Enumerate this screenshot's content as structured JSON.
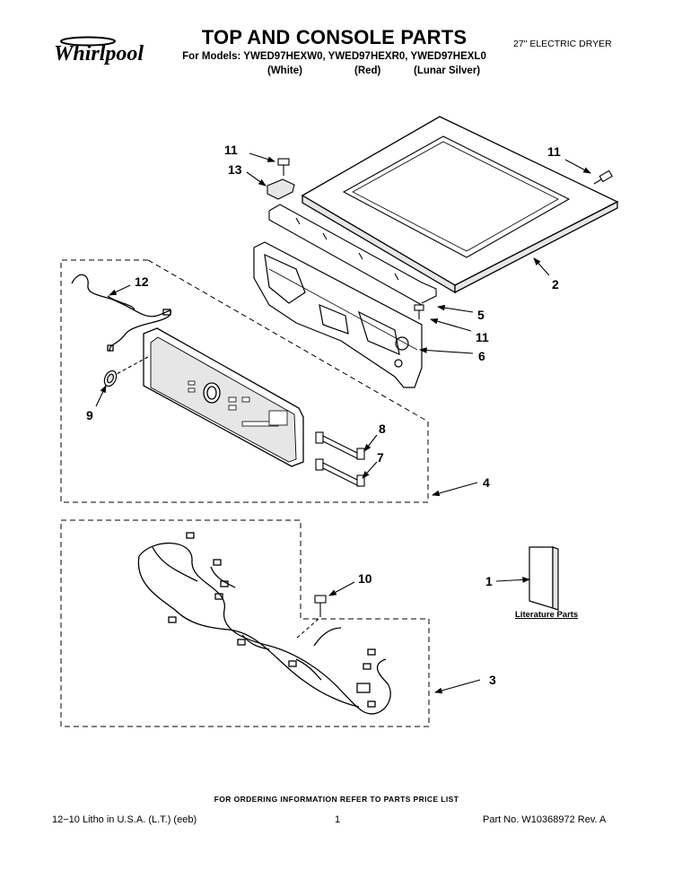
{
  "header": {
    "brand": "Whirlpool",
    "title": "TOP AND CONSOLE PARTS",
    "subtitle": "For Models: YWED97HEXW0, YWED97HEXR0, YWED97HEXL0",
    "color_white": "(White)",
    "color_red": "(Red)",
    "color_lunar": "(Lunar Silver)",
    "doc_type": "27\" ELECTRIC DRYER"
  },
  "callouts": [
    "11",
    "13",
    "11",
    "2",
    "12",
    "5",
    "11",
    "6",
    "9",
    "8",
    "7",
    "4",
    "10",
    "1",
    "3"
  ],
  "literature_label": "Literature Parts",
  "footer": {
    "note": "FOR ORDERING INFORMATION REFER TO PARTS PRICE LIST",
    "left": "12−10 Litho in U.S.A. (L.T.) (eeb)",
    "page": "1",
    "part_no": "Part No. W10368972 Rev. A"
  },
  "colors": {
    "ink": "#000000",
    "paper": "#ffffff",
    "panel_fill": "#e6e6e6"
  }
}
